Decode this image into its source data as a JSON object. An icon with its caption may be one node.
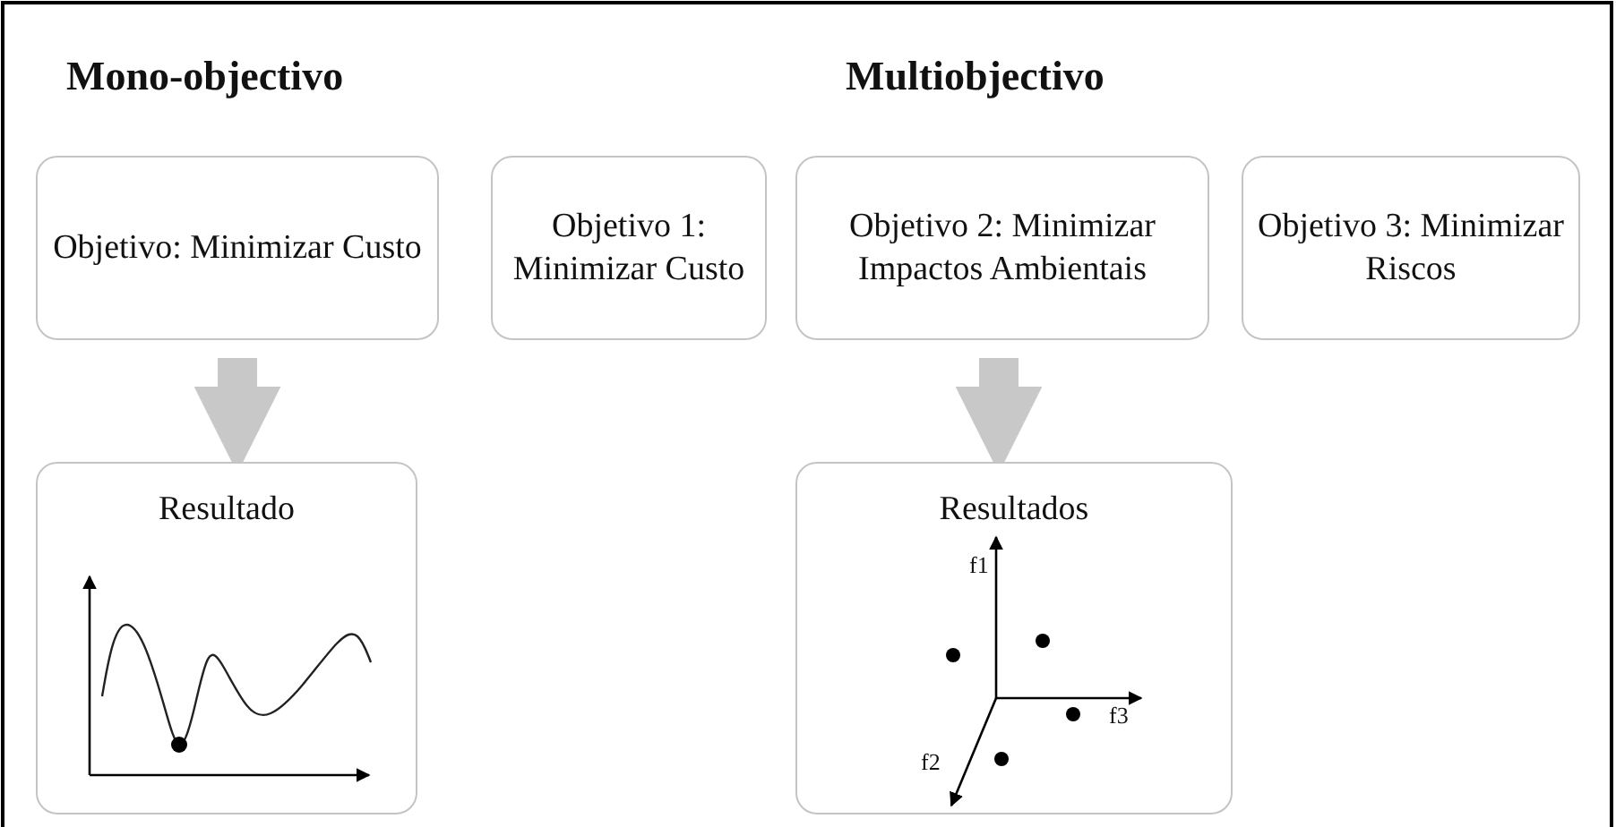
{
  "diagram": {
    "nodes": [
      {
        "text": [
          "Objetivo: Minimizar Custo"
        ]
      },
      {
        "text": [
          "Objetivo 1: Minimizar Custo"
        ]
      },
      {
        "text": [
          "Objetivo 2: Minimizar Impactos Ambientais"
        ]
      },
      {
        "text": [
          "Objetivo 3: Minimizar Riscos"
        ]
      },
      {
        "text": [
          "Resultado"
        ]
      },
      {
        "text": [
          "Resultados"
        ]
      }
    ],
    "edges": [
      {
        "from": 0,
        "to": 4,
        "arrow": "to"
      },
      {
        "from": 2,
        "to": 5,
        "arrow": "to"
      }
    ],
    "labels": [
      "Mono-objectivo",
      "Multiobjectivo",
      "f1",
      "f3",
      "f2"
    ]
  }
}
